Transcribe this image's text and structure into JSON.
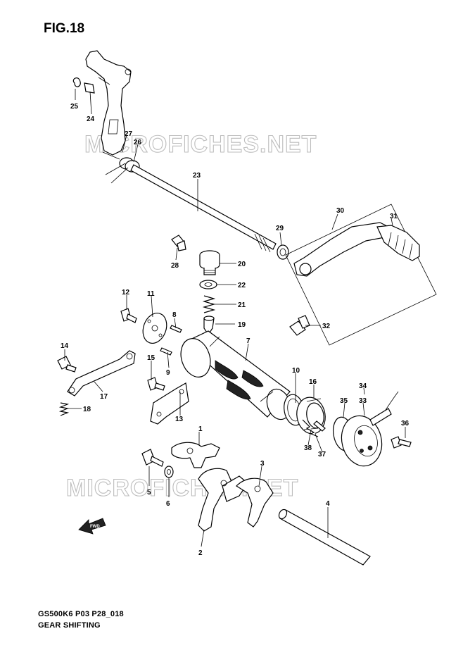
{
  "header": {
    "figure_label": "FIG.18"
  },
  "footer": {
    "model_code": "GS500K6 P03 P28_018",
    "section_title": "GEAR SHIFTING"
  },
  "watermark": {
    "text": "MICROFICHES.NET"
  },
  "direction_arrow": {
    "label": "FWD"
  },
  "callouts": [
    "1",
    "2",
    "3",
    "4",
    "5",
    "6",
    "7",
    "8",
    "9",
    "10",
    "11",
    "12",
    "13",
    "14",
    "15",
    "16",
    "17",
    "18",
    "19",
    "20",
    "21",
    "22",
    "23",
    "24",
    "25",
    "26",
    "27",
    "28",
    "29",
    "30",
    "31",
    "32",
    "33",
    "34",
    "35",
    "36",
    "37",
    "38"
  ],
  "colors": {
    "line": "#000000",
    "background": "#ffffff",
    "watermark_outline": "#bdbdbd"
  }
}
